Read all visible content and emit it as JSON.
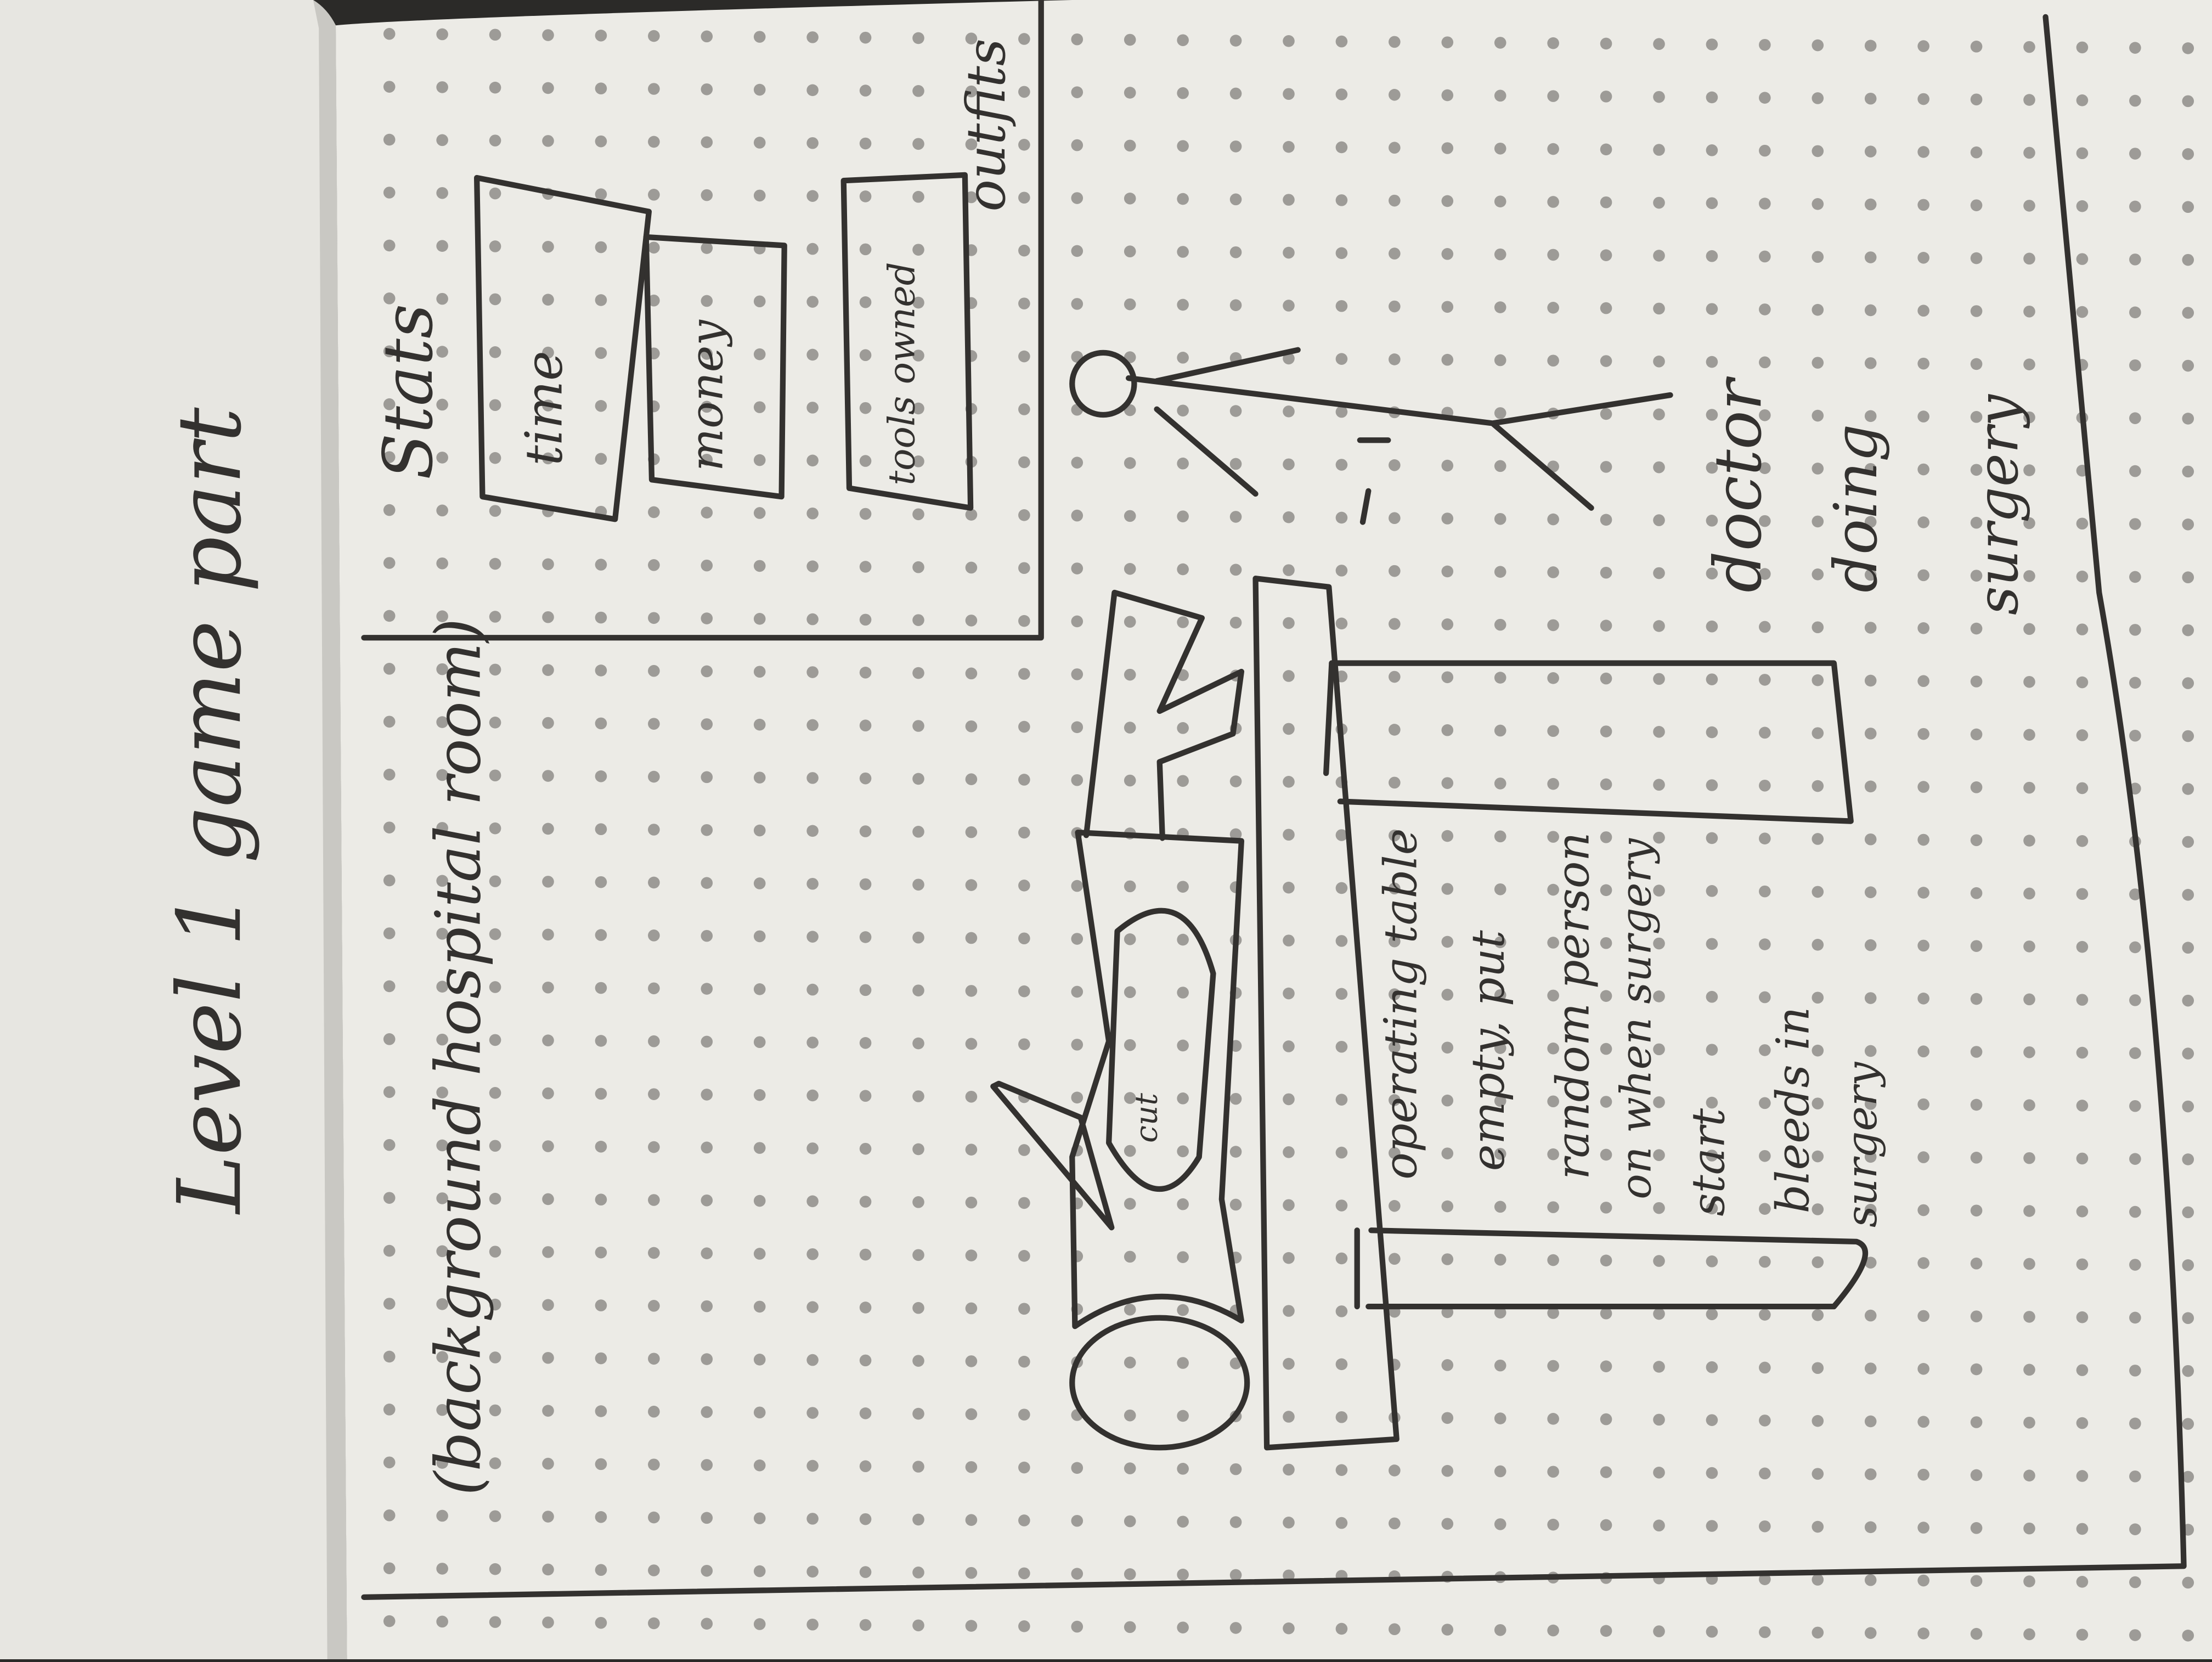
{
  "sketch": {
    "title": "Level 1 game part",
    "background_note": "(background hospital room)",
    "stats": {
      "heading": "Stats",
      "time": "time",
      "money": "money",
      "tools": "tools owned",
      "outfits": "outfits"
    },
    "table_note": {
      "line1": "operating table",
      "line2": "empty, put",
      "line3": "random person",
      "line4": "on when surgery",
      "line5": "start",
      "line6": "bleeds in",
      "line7": "surgery"
    },
    "doctor_note": {
      "line1": "doctor",
      "line2": "doing",
      "line3": "surgery"
    },
    "patient_label": "cut"
  },
  "colors": {
    "paper": "#ecebe6",
    "ink": "#33312f",
    "dots": "#9d9b97",
    "desk": "#2b2a28"
  }
}
